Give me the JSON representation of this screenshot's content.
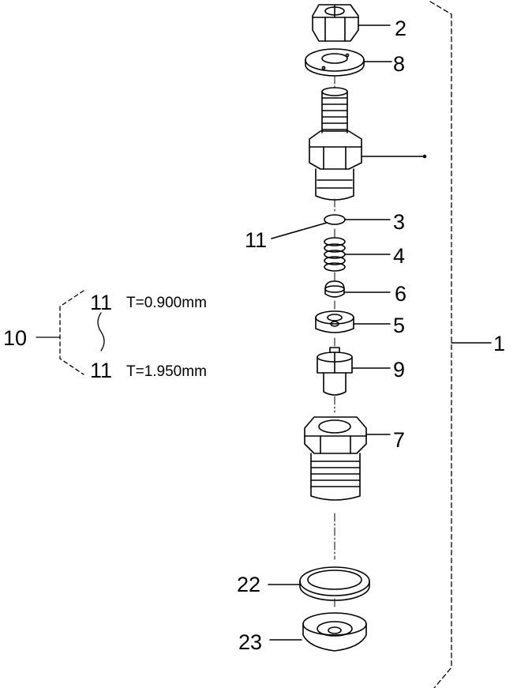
{
  "callouts": {
    "c1": "1",
    "c2": "2",
    "c3": "3",
    "c4": "4",
    "c5": "5",
    "c6": "6",
    "c7": "7",
    "c8": "8",
    "c9": "9",
    "c10": "10",
    "c11": "11",
    "c22": "22",
    "c23": "23"
  },
  "shim_range": {
    "min_label": "11",
    "min_text": "T=0.900mm",
    "max_label": "11",
    "max_text": "T=1.950mm"
  }
}
